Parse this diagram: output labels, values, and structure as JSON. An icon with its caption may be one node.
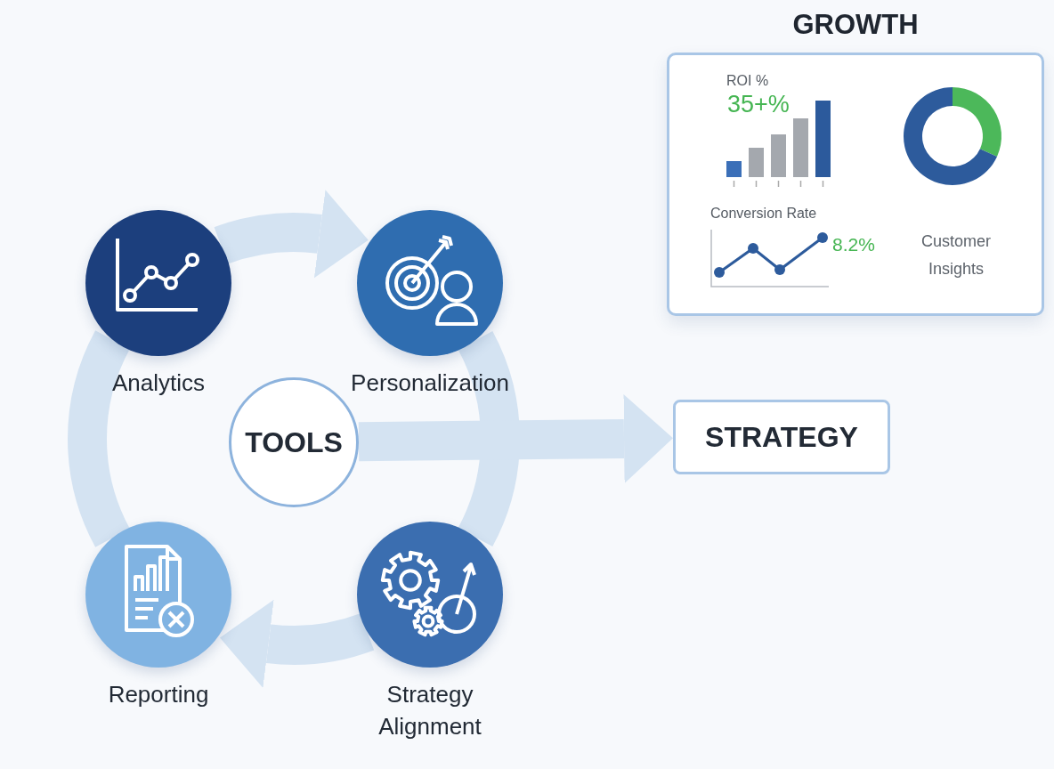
{
  "diagram": {
    "nodes": [
      {
        "text": [
          "GROWTH"
        ]
      },
      {
        "text": [
          "Analytics"
        ]
      },
      {
        "text": [
          "Personalization"
        ]
      },
      {
        "text": [
          "TOOLS"
        ]
      },
      {
        "text": [
          "STRATEGY"
        ]
      },
      {
        "text": [
          "Reporting"
        ]
      },
      {
        "text": [
          "Strategy Alignment"
        ]
      }
    ],
    "edges": [
      {
        "from": 1,
        "to": 2,
        "arrow": "to"
      },
      {
        "from": 2,
        "to": 6,
        "arrow": "none"
      },
      {
        "from": 6,
        "to": 5,
        "arrow": "to"
      },
      {
        "from": 5,
        "to": 1,
        "arrow": "none"
      },
      {
        "from": 3,
        "to": 4,
        "arrow": "to"
      }
    ],
    "labels": [
      "ROI %",
      "35+%",
      "Conversion Rate",
      "8.2%",
      "Customer Insights"
    ]
  }
}
